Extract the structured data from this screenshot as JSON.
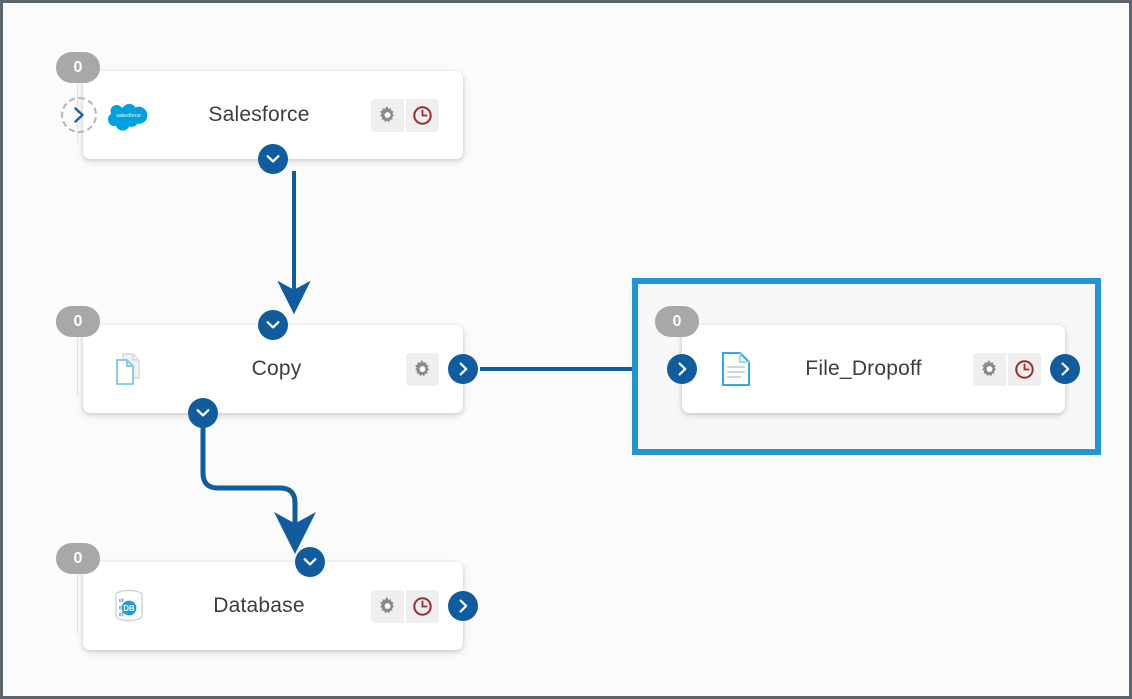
{
  "canvas": {
    "background_color": "#fbfbfb",
    "border_color": "#5a6570",
    "accent_blue": "#115C9E",
    "selection_blue": "#2196D6",
    "badge_gray": "#a8a8a8",
    "clock_red": "#9e2a2a",
    "gear_gray": "#8a8a8a"
  },
  "selection": {
    "name": "File_Dropoff selection",
    "border_color": "#2196D6",
    "fill_color": "#f7f8f9"
  },
  "nodes": [
    {
      "id": "salesforce",
      "title": "Salesforce",
      "badge": "0",
      "icon": "salesforce-cloud-icon",
      "actions": [
        {
          "name": "settings-gear-icon",
          "label": "gear"
        },
        {
          "name": "schedule-clock-icon",
          "label": "clock"
        }
      ],
      "ports": {
        "input_dashed": true,
        "output_bottom": true
      }
    },
    {
      "id": "copy",
      "title": "Copy",
      "badge": "0",
      "icon": "copy-documents-icon",
      "actions": [
        {
          "name": "settings-gear-icon",
          "label": "gear"
        }
      ],
      "ports": {
        "input_top": true,
        "output_bottom": true,
        "output_right": true
      }
    },
    {
      "id": "file_dropoff",
      "title": "File_Dropoff",
      "badge": "0",
      "icon": "file-document-icon",
      "actions": [
        {
          "name": "settings-gear-icon",
          "label": "gear"
        },
        {
          "name": "schedule-clock-icon",
          "label": "clock"
        }
      ],
      "ports": {
        "input_left": true,
        "output_right": true
      },
      "selected": true
    },
    {
      "id": "database",
      "title": "Database",
      "badge": "0",
      "icon": "database-db-icon",
      "actions": [
        {
          "name": "settings-gear-icon",
          "label": "gear"
        },
        {
          "name": "schedule-clock-icon",
          "label": "clock"
        }
      ],
      "ports": {
        "input_top": true,
        "output_right": true
      }
    }
  ],
  "connections": [
    {
      "from": "salesforce",
      "to": "copy",
      "style": "vertical-straight"
    },
    {
      "from": "copy",
      "to": "file_dropoff",
      "style": "horizontal-straight"
    },
    {
      "from": "copy",
      "to": "database",
      "style": "s-curve"
    }
  ]
}
